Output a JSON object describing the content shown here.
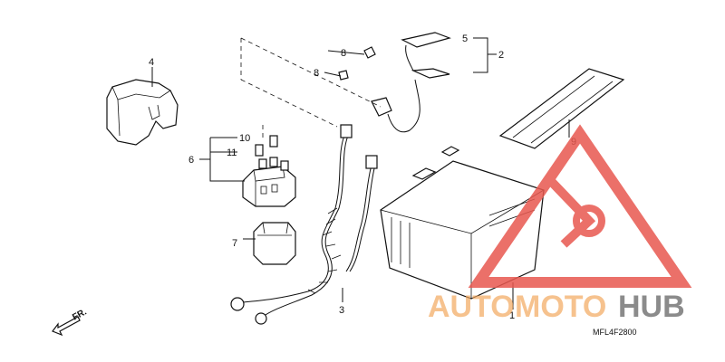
{
  "callouts": {
    "c1": "1",
    "c2": "2",
    "c3": "3",
    "c4": "4",
    "c5": "5",
    "c6": "6",
    "c7": "7",
    "c8a": "8",
    "c8b": "8",
    "c9": "9",
    "c10": "10",
    "c11": "11"
  },
  "direction_label": "FR.",
  "diagram_code": "MFL4F2800",
  "watermark": {
    "part1": "AUTO",
    "part2": "MOTO",
    "part3": "HUB",
    "color_red": "#e8584f",
    "color_orange": "#f3a55a",
    "color_dark": "#555555"
  }
}
